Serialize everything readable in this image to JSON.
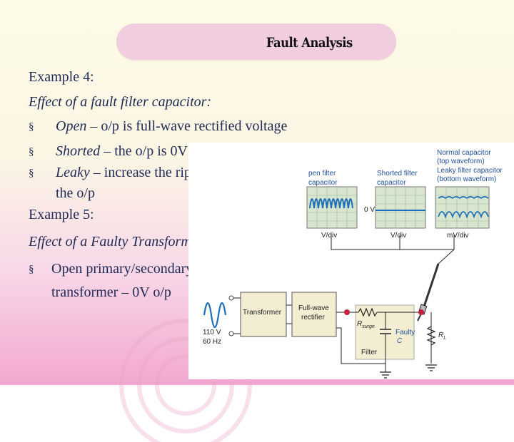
{
  "slide": {
    "title": "Fault Analysis",
    "example4_heading": "Example 4:",
    "example4_subtitle": "Effect of a fault filter capacitor:",
    "bullet_symbol": "§",
    "b1_term": "Open",
    "b1_text": " – o/p is full-wave rectified voltage",
    "b2_term": "Shorted",
    "b2_text": " – the o/p is 0V",
    "b3_term": "Leaky",
    "b3_text": " – increase the ripple voltage on",
    "b3_cont": "the o/p",
    "example5_heading": "Example 5:",
    "example5_subtitle": "Effect of a Faulty Transformer:",
    "b4_text": "Open primary/secondary winding of a",
    "b4_cont": "transformer – 0V  o/p"
  },
  "figure": {
    "open_label_1": "pen filter",
    "open_label_2": "capacitor",
    "shorted_label_1": "Shorted filter",
    "shorted_label_2": "capacitor",
    "normal_label_1": "Normal capacitor",
    "normal_label_2": "(top waveform)",
    "leaky_label_1": "Leaky filter capacitor",
    "leaky_label_2": "(bottom waveform)",
    "zero_v": "0 V",
    "vdiv_1": "V/div",
    "vdiv_2": "V/div",
    "mvdiv": "mV/div",
    "transformer": "Transformer",
    "rectifier_1": "Full-wave",
    "rectifier_2": "rectifier",
    "source_1": "110 V",
    "source_2": "60 Hz",
    "rsurge": "R",
    "rsurge_sub": "surge",
    "faulty_1": "Faulty",
    "faulty_2": "C",
    "rl": "R",
    "rl_sub": "L",
    "filter": "Filter"
  },
  "colors": {
    "text_blue": "#1f2a55",
    "title_pill": "#f1cde0",
    "scope_screen": "#d8e6d0",
    "waveform": "#1e6fb8",
    "filter_box": "#f3edd2",
    "probe_dot": "#c4213f",
    "label_blue": "#1e4f9a"
  }
}
